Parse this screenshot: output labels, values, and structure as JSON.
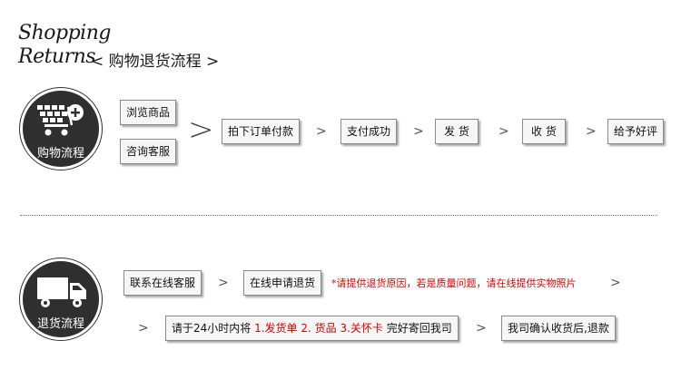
{
  "header": {
    "line1": "Shopping",
    "line2": "Returns",
    "subtitle": "< 购物退货流程 >"
  },
  "purchase": {
    "circle_label": "购物流程",
    "entry_items": [
      "浏览商品",
      "咨询客服"
    ],
    "big_arrow": ">",
    "steps": [
      "拍下订单付款",
      "支付成功",
      "发 货",
      "收 货",
      "给予好评"
    ],
    "arrow": ">"
  },
  "returns": {
    "circle_label": "退货流程",
    "steps_row1": [
      "联系在线客服",
      "在线申请退货"
    ],
    "note": "*请提供退货原因，若是质量问题，请在线提供实物照片",
    "row2_prefix": "请于24小时内将",
    "row2_red1": "1.发货单",
    "row2_red2": "2. 货品 3.关怀卡",
    "row2_suffix": "完好寄回我司",
    "final_step": "我司确认收货后,退款",
    "arrow": ">"
  },
  "colors": {
    "circle": "#2f2f2f",
    "note_red": "#e60000"
  }
}
